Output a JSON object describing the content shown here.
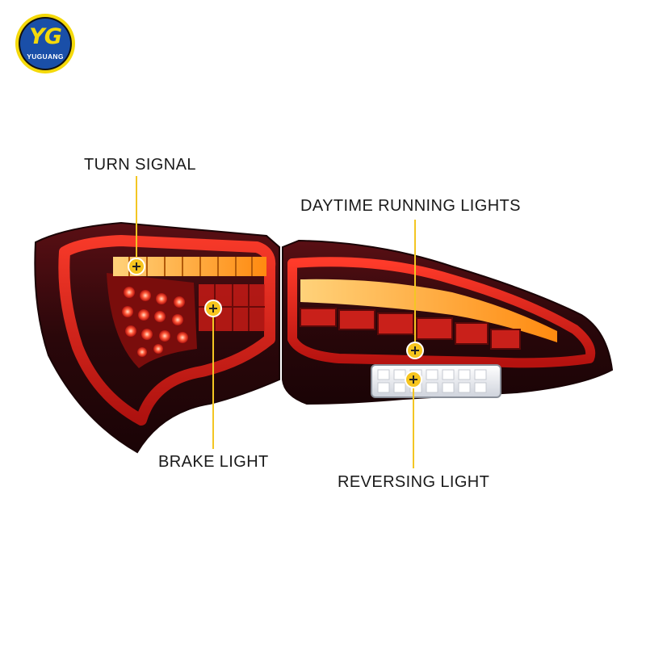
{
  "brand": {
    "logo_mark": "YG",
    "logo_name": "YUGUANG",
    "colors": {
      "ring": "#f4d90a",
      "disc": "#1a4fa8"
    }
  },
  "callouts": {
    "turn_signal": "TURN SIGNAL",
    "daytime_running_lights": "DAYTIME RUNNING LIGHTS",
    "brake_light": "BRAKE LIGHT",
    "reversing_light": "REVERSING LIGHT"
  },
  "colors": {
    "callout_line": "#f3c623",
    "callout_marker": "#f7c51e",
    "lamp_red": "#d11a1a",
    "lamp_dark": "#3a0c10",
    "amber": "#ff9a1a",
    "reverse_white": "#f3f3f6"
  }
}
